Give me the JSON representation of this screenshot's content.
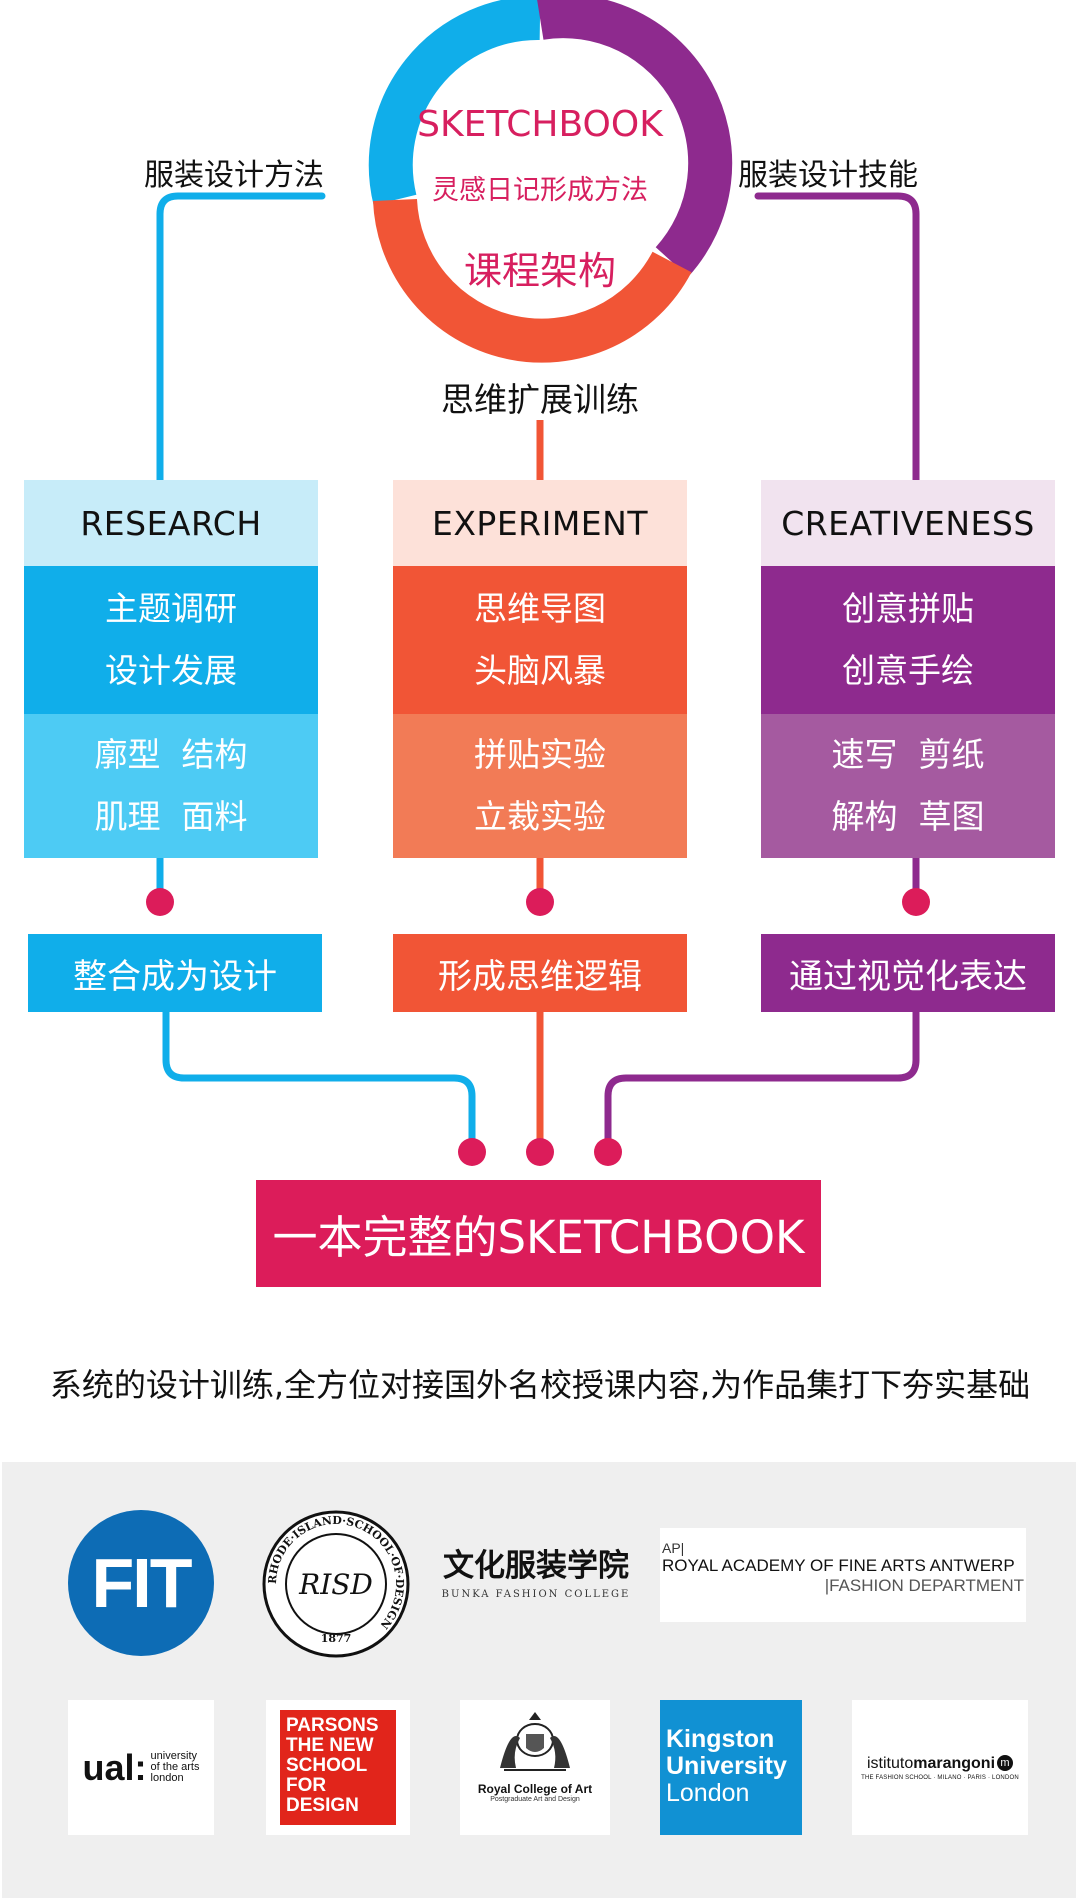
{
  "colors": {
    "blue": "#10aeea",
    "red": "#f15536",
    "purple": "#8e2a8e",
    "magenta": "#dc1c5a"
  },
  "ring": {
    "title": "SKETCHBOOK",
    "subtitle": "灵感日记形成方法",
    "label": "课程架构"
  },
  "branches": {
    "left": "服装设计方法",
    "right": "服装设计技能",
    "middle": "思维扩展训练"
  },
  "columns": [
    {
      "header": "RESEARCH",
      "top": [
        "主题调研",
        "设计发展"
      ],
      "bottom": [
        "廓型  结构",
        "肌理  面料"
      ],
      "result": "整合成为设计"
    },
    {
      "header": "EXPERIMENT",
      "top": [
        "思维导图",
        "头脑风暴"
      ],
      "bottom": [
        "拼贴实验",
        "立裁实验"
      ],
      "result": "形成思维逻辑"
    },
    {
      "header": "CREATIVENESS",
      "top": [
        "创意拼贴",
        "创意手绘"
      ],
      "bottom": [
        "速写  剪纸",
        "解构  草图"
      ],
      "result": "通过视觉化表达"
    }
  ],
  "final": "一本完整的SKETCHBOOK",
  "caption": "系统的设计训练,全方位对接国外名校授课内容,为作品集打下夯实基础",
  "logos": {
    "fit": "FIT",
    "risd_center": "RISD",
    "risd_ring": "RHODE·ISLAND·SCHOOL·OF·DESIGN",
    "risd_year": "1877",
    "bunka_cn": "文化服装学院",
    "bunka_en": "BUNKA FASHION COLLEGE",
    "antwerp_1": "AP|",
    "antwerp_2": "ROYAL ACADEMY OF FINE ARTS ANTWERP",
    "antwerp_3": "|FASHION DEPARTMENT",
    "ual_mark": "ual:",
    "ual_text": [
      "university",
      "of the arts",
      "london"
    ],
    "parsons": [
      "PARSONS",
      "THE NEW",
      "SCHOOL",
      "FOR",
      "DESIGN"
    ],
    "rca_1": "Royal College of Art",
    "rca_2": "Postgraduate Art and Design",
    "kingston": [
      "Kingston",
      "University",
      "London"
    ],
    "marangoni_a": "istituto",
    "marangoni_b": "marangoni",
    "marangoni_mark": "m",
    "marangoni_sub": "THE FASHION SCHOOL · MILANO · PARIS · LONDON"
  }
}
